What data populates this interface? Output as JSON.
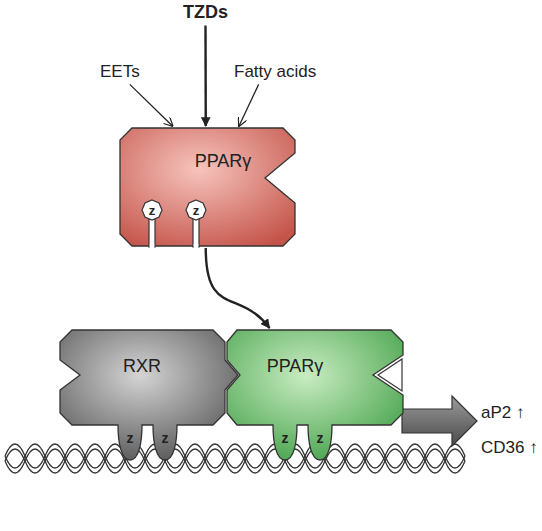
{
  "diagram": {
    "nodes": [
      {
        "text": [
          "TZDs"
        ]
      },
      {
        "text": [
          "EETs"
        ]
      },
      {
        "text": [
          "Fatty acids"
        ]
      },
      {
        "text": [
          "PPARγ"
        ]
      },
      {
        "text": [
          "z"
        ],
        "in": 3
      },
      {
        "text": [
          "z"
        ],
        "in": 3
      },
      {
        "text": [
          "RXR",
          "z",
          "z"
        ]
      },
      {
        "text": [
          "PPARγ",
          "z",
          "z"
        ]
      }
    ],
    "edges": [
      {
        "from": 0,
        "to": 3,
        "arrow": "to"
      },
      {
        "from": 1,
        "to": 3,
        "arrow": "to"
      },
      {
        "from": 2,
        "to": 3,
        "arrow": "to"
      },
      {
        "from": 3,
        "to": 7,
        "arrow": "to"
      }
    ],
    "labels": [
      "aP2 ↑",
      "CD36 ↑"
    ]
  }
}
